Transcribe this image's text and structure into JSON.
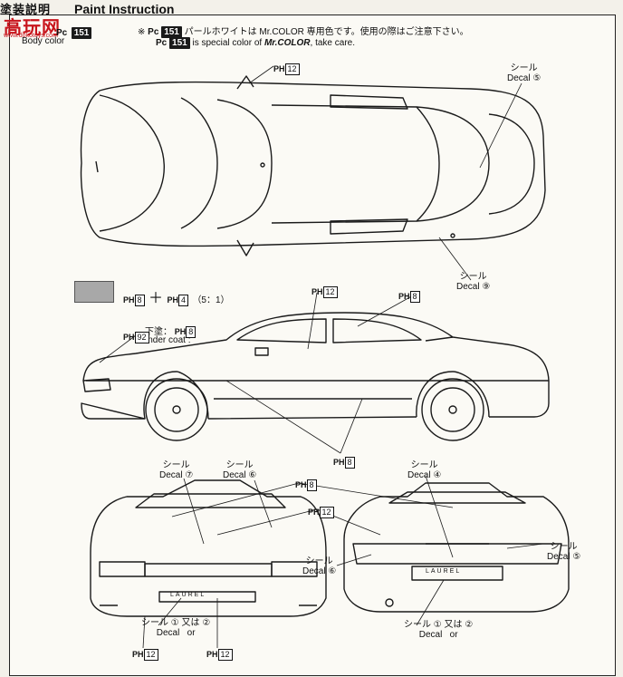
{
  "header": {
    "title": "Paint Instruction",
    "jp_header": "塗装説明",
    "watermark": "高玩网",
    "watermark_url": "www.dokotoys.com",
    "body_color": "Body color",
    "pc_prefix": "Pc",
    "pc_code": "151"
  },
  "notes": {
    "mark": "※",
    "jp": "パールホワイトは Mr.COLOR 専用色です。使用の際はご注意下さい。",
    "en_part1": "is special color of",
    "en_brand": "Mr.COLOR",
    "en_part2": ", take care."
  },
  "mix": {
    "ph8": "8",
    "plus": "＋",
    "ph4": "4",
    "ratio": "（5：1）"
  },
  "under_coat": {
    "jp": "下塗：",
    "en": "Under coat :",
    "code": "8"
  },
  "ph_codes": {
    "prefix": "PH",
    "roof": "12",
    "side_top1": "12",
    "side_top2": "8",
    "side_black": "92",
    "bottom": "8",
    "front_top1": "8",
    "front_top2": "12",
    "front_bottom": "12",
    "front_bottom2": "12"
  },
  "decals": [
    {
      "jp": "シール",
      "en": "Decal",
      "num": "⑤"
    },
    {
      "jp": "シール",
      "en": "Decal",
      "num": "⑨"
    },
    {
      "jp": "シール",
      "en": "Decal",
      "num": "⑦"
    },
    {
      "jp": "シール",
      "en": "Decal",
      "num": "⑥"
    },
    {
      "jp": "シール",
      "en": "Decal",
      "num": "④"
    },
    {
      "jp": "シール",
      "en": "Decal",
      "num": "⑥"
    },
    {
      "jp": "シール",
      "en": "Decal",
      "num": "⑤"
    }
  ],
  "or_labels": {
    "front": {
      "jp": "シール",
      "en": "Decal",
      "num1": "①",
      "or_jp": "又は",
      "or_en": "or",
      "num2": "②"
    },
    "rear": {
      "jp": "シール",
      "en": "Decal",
      "num1": "①",
      "or_jp": "又は",
      "or_en": "or",
      "num2": "②"
    }
  },
  "plates": {
    "front": "LAUREL",
    "rear": "LAUREL"
  },
  "colors": {
    "line": "#1a1a1a",
    "gray": "#a8a8a8",
    "lower": "#cfcfcf",
    "brand_red": "#c8141c"
  }
}
